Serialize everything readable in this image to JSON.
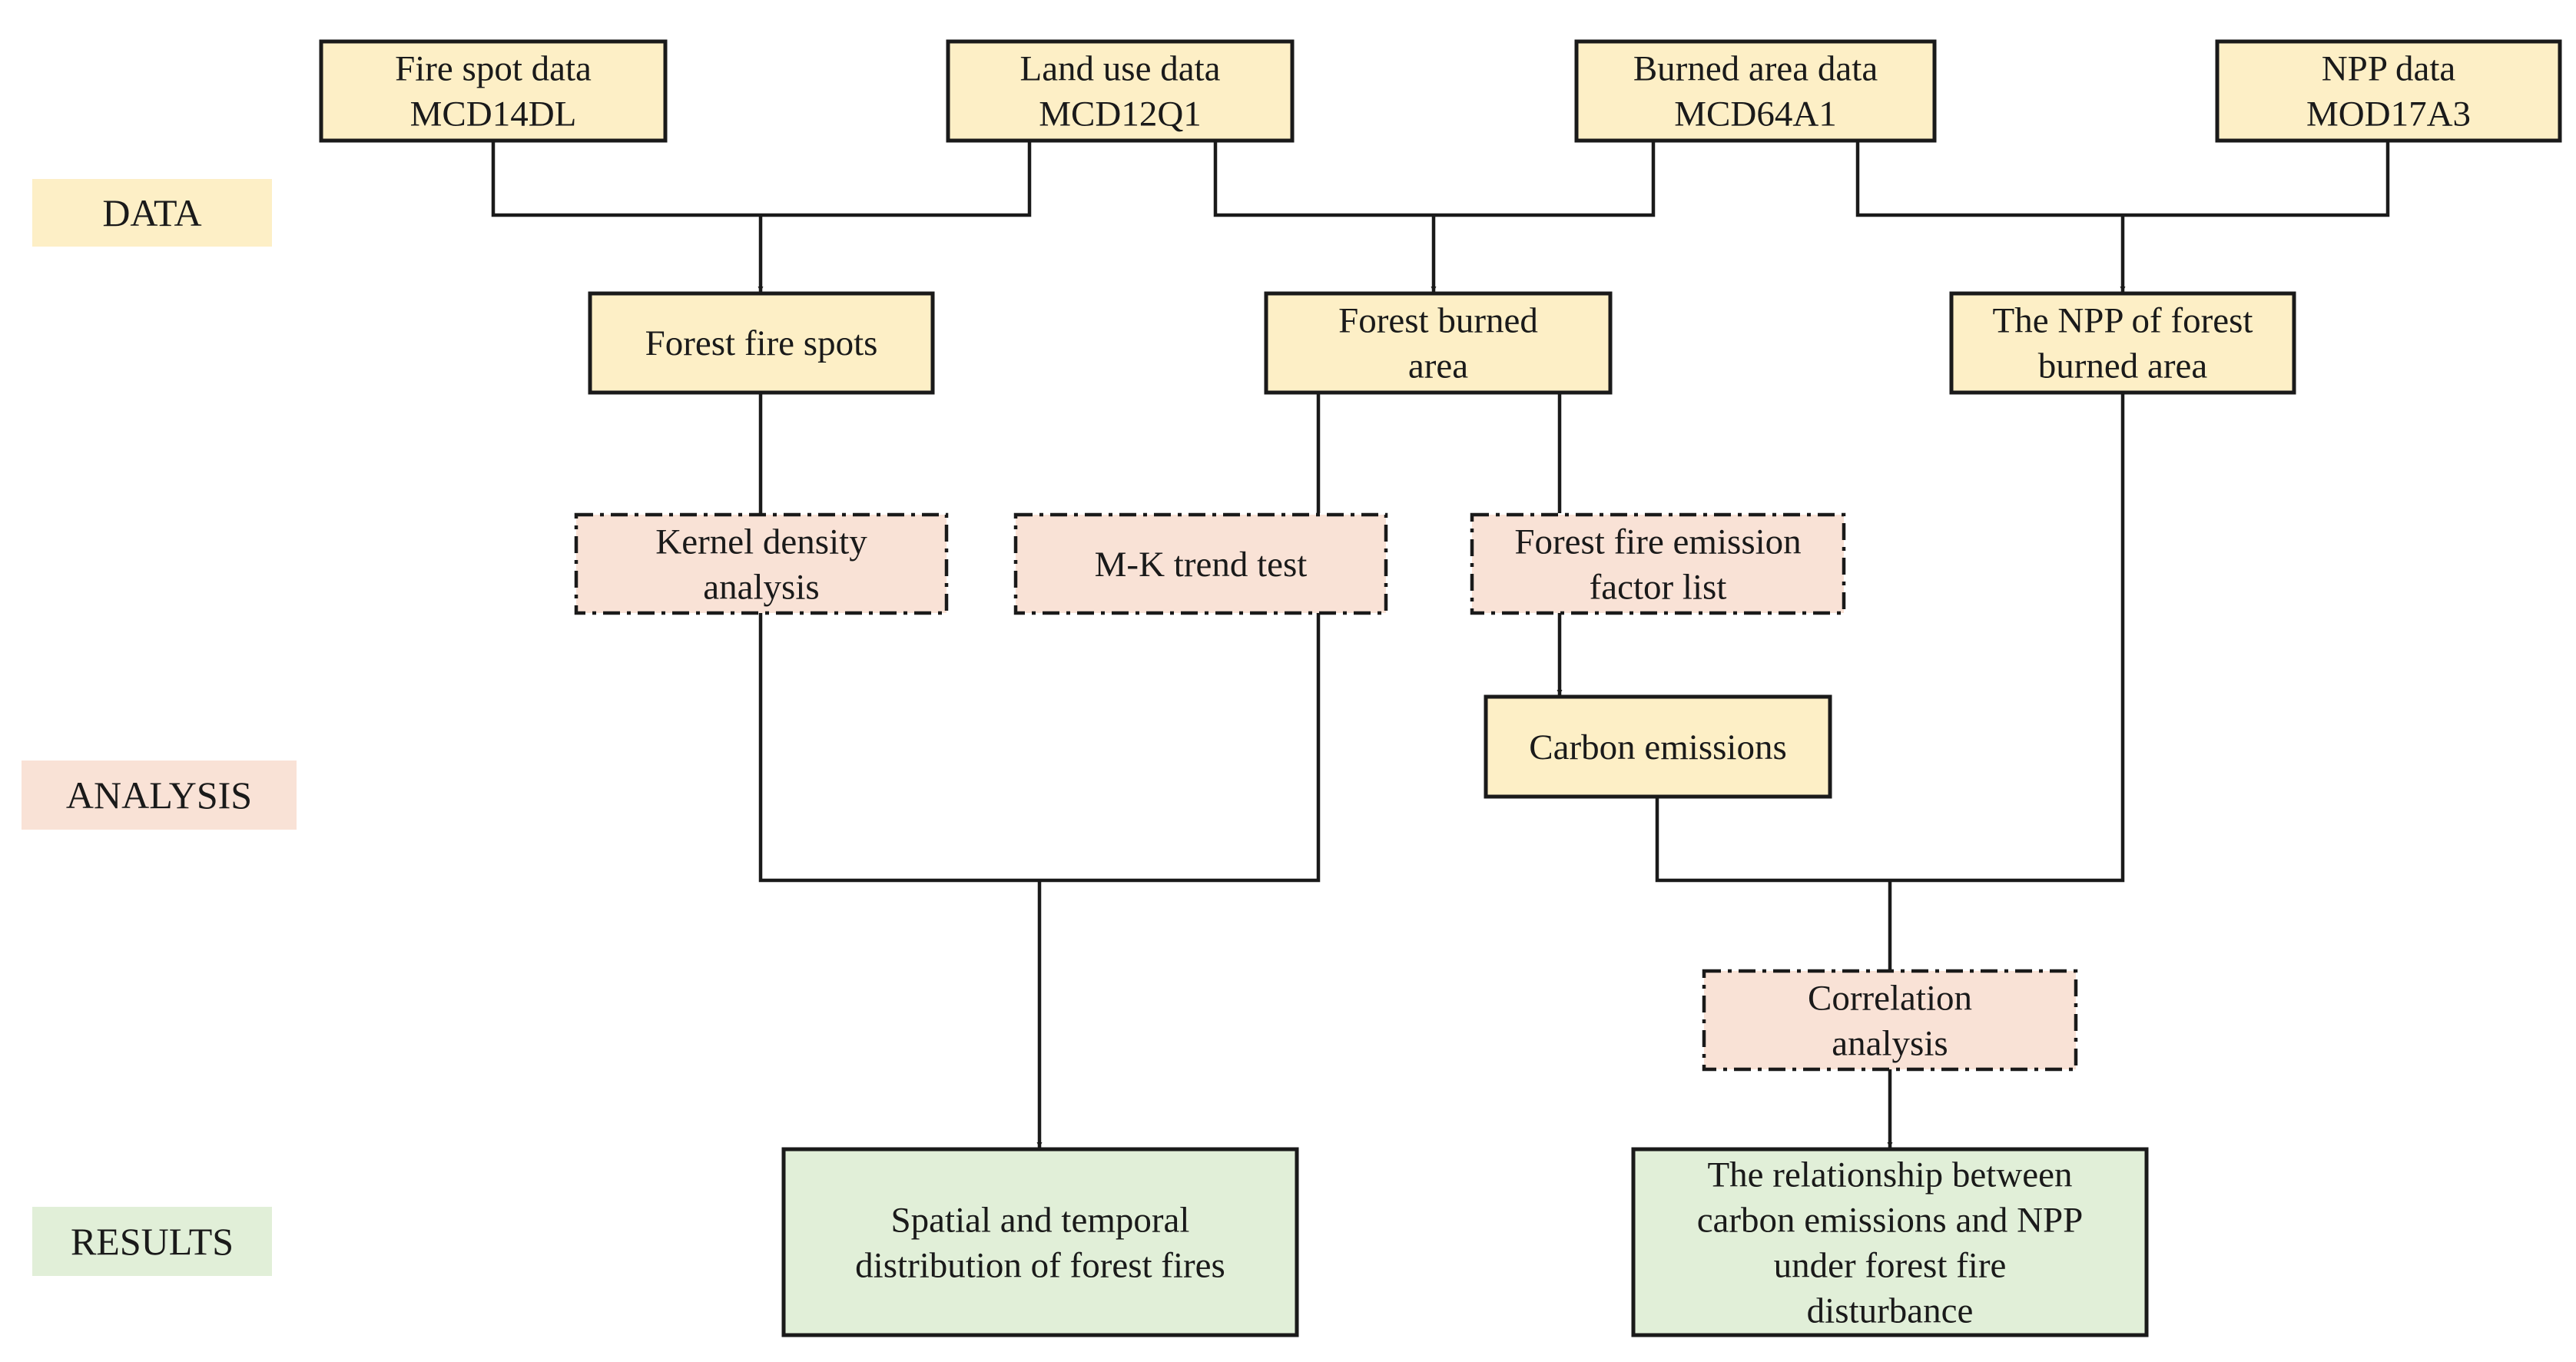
{
  "colors": {
    "data_fill": "#fdefc6",
    "method_fill": "#f9e2d6",
    "result_fill": "#e1efd8",
    "stroke": "#1a1a1a"
  },
  "stages": {
    "data": "DATA",
    "analysis": "ANALYSIS",
    "results": "RESULTS"
  },
  "nodes": {
    "fire_spot": [
      "Fire spot data",
      "MCD14DL"
    ],
    "land_use": [
      "Land use data",
      "MCD12Q1"
    ],
    "burned_area": [
      "Burned area data",
      "MCD64A1"
    ],
    "npp_data": [
      "NPP data",
      "MOD17A3"
    ],
    "forest_fire_spots": [
      "Forest fire spots"
    ],
    "forest_burned_area": [
      "Forest burned",
      "area"
    ],
    "npp_burned": [
      "The NPP of forest",
      "burned area"
    ],
    "kernel_density": [
      "Kernel density",
      "analysis"
    ],
    "mk_trend": [
      "M-K trend test"
    ],
    "emission_factor": [
      "Forest fire emission",
      "factor list"
    ],
    "carbon_emissions": [
      "Carbon emissions"
    ],
    "correlation": [
      "Correlation",
      "analysis"
    ],
    "spatial_temporal": [
      "Spatial and temporal",
      "distribution of forest fires"
    ],
    "relationship": [
      "The relationship between",
      "carbon emissions and NPP",
      "under forest fire",
      "disturbance"
    ]
  }
}
